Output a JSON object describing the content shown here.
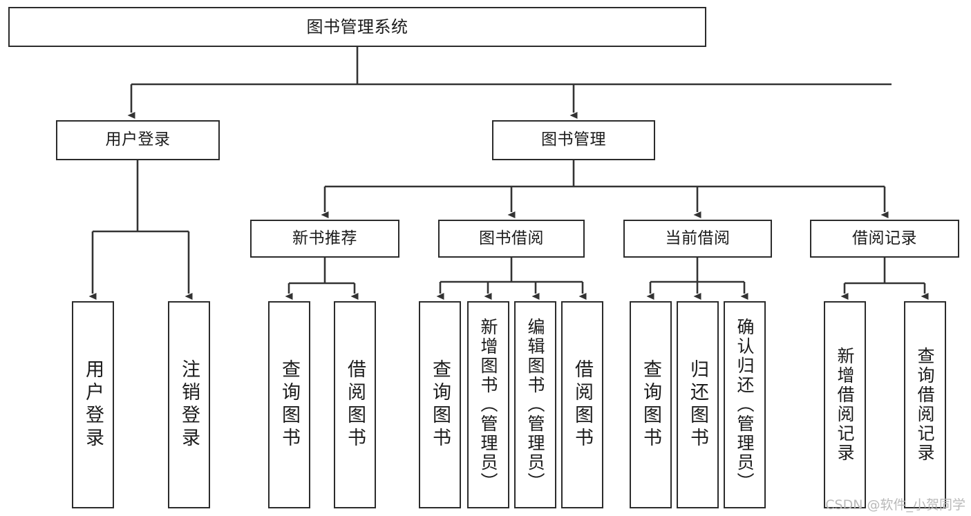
{
  "diagram": {
    "title": "图书管理系统",
    "type": "tree-hierarchy-diagram",
    "colors": {
      "box_border": "#2b2b2b",
      "box_fill": "#ffffff",
      "connector": "#333333",
      "text": "#1b1b1b",
      "watermark": "#b9b9b9",
      "background": "#ffffff"
    },
    "nodes": {
      "root": {
        "label": "图书管理系统"
      },
      "level2": [
        {
          "label": "用户登录"
        },
        {
          "label": "图书管理"
        }
      ],
      "level3": [
        {
          "label": "新书推荐"
        },
        {
          "label": "图书借阅"
        },
        {
          "label": "当前借阅"
        },
        {
          "label": "借阅记录"
        }
      ],
      "leaves": {
        "user_login": [
          {
            "label": "用户登录"
          },
          {
            "label": "注销登录"
          }
        ],
        "new_book_recommend": [
          {
            "label": "查询图书"
          },
          {
            "label": "借阅图书"
          }
        ],
        "book_borrow": [
          {
            "label": "查询图书"
          },
          {
            "label": "新增图书（管理员）"
          },
          {
            "label": "编辑图书（管理员）"
          },
          {
            "label": "借阅图书"
          }
        ],
        "current_borrow": [
          {
            "label": "查询图书"
          },
          {
            "label": "归还图书"
          },
          {
            "label": "确认归还（管理员）"
          }
        ],
        "borrow_record": [
          {
            "label": "新增借阅记录"
          },
          {
            "label": "查询借阅记录"
          }
        ]
      }
    }
  },
  "watermark": {
    "text": "CSDN @软件_小贺同学"
  }
}
